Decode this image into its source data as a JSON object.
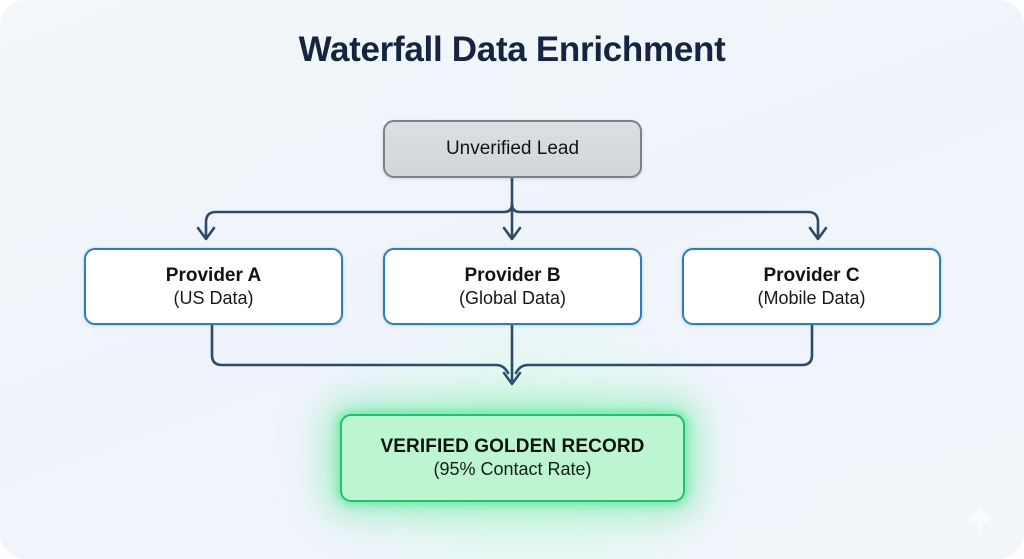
{
  "diagram": {
    "title": "Waterfall Data Enrichment",
    "canvas_bg": "#f0f5fa",
    "nodes": {
      "source": {
        "label": "Unverified Lead",
        "fill": "#d6dadd",
        "border": "#7c8287"
      },
      "provider_a": {
        "title": "Provider A",
        "subtitle": "(US Data)",
        "fill": "#ffffff",
        "border": "#2c7fb9"
      },
      "provider_b": {
        "title": "Provider B",
        "subtitle": "(Global Data)",
        "fill": "#ffffff",
        "border": "#2c7fb9"
      },
      "provider_c": {
        "title": "Provider C",
        "subtitle": "(Mobile Data)",
        "fill": "#ffffff",
        "border": "#2c7fb9"
      },
      "golden": {
        "title": "VERIFIED GOLDEN RECORD",
        "subtitle": "(95% Contact Rate)",
        "fill": "#bdf5d2",
        "border": "#24c06c",
        "glow": "#37e182"
      }
    },
    "connector_color": "#2d4a68",
    "sparkle_icon": "sparkle-icon"
  }
}
